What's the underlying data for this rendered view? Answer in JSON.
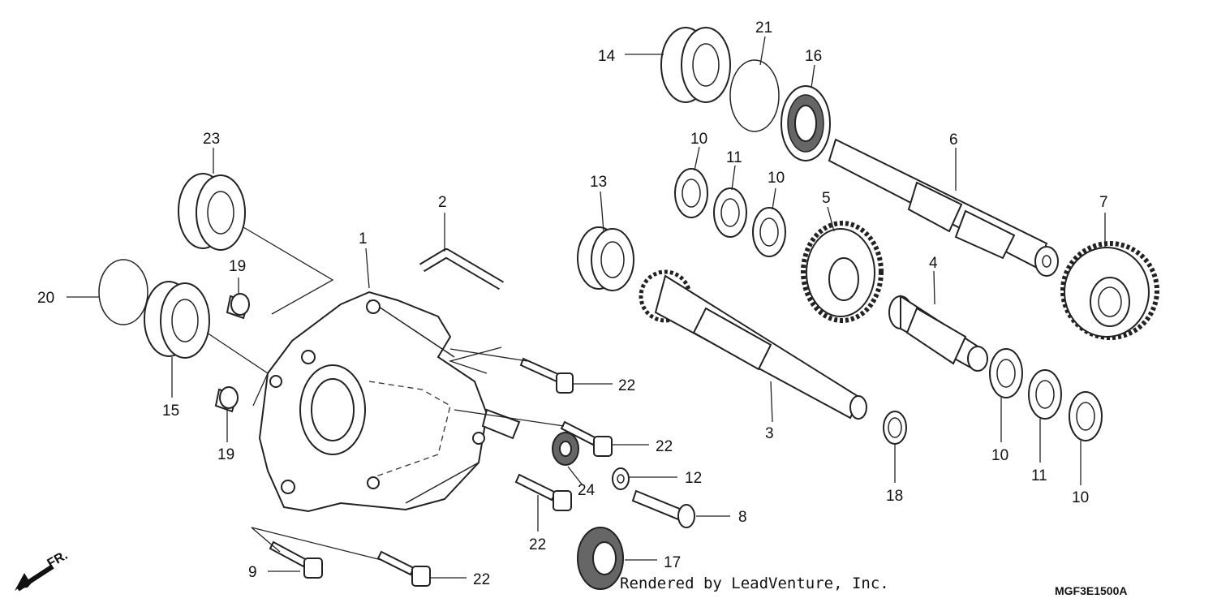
{
  "diagram": {
    "labels": [
      {
        "id": "p1",
        "text": "1"
      },
      {
        "id": "p2",
        "text": "2"
      },
      {
        "id": "p3",
        "text": "3"
      },
      {
        "id": "p4",
        "text": "4"
      },
      {
        "id": "p5",
        "text": "5"
      },
      {
        "id": "p6",
        "text": "6"
      },
      {
        "id": "p7",
        "text": "7"
      },
      {
        "id": "p8",
        "text": "8"
      },
      {
        "id": "p9",
        "text": "9"
      },
      {
        "id": "p10a",
        "text": "10"
      },
      {
        "id": "p10b",
        "text": "10"
      },
      {
        "id": "p10c",
        "text": "10"
      },
      {
        "id": "p10d",
        "text": "10"
      },
      {
        "id": "p11a",
        "text": "11"
      },
      {
        "id": "p11b",
        "text": "11"
      },
      {
        "id": "p12",
        "text": "12"
      },
      {
        "id": "p13",
        "text": "13"
      },
      {
        "id": "p14",
        "text": "14"
      },
      {
        "id": "p15",
        "text": "15"
      },
      {
        "id": "p16",
        "text": "16"
      },
      {
        "id": "p17",
        "text": "17"
      },
      {
        "id": "p18",
        "text": "18"
      },
      {
        "id": "p19a",
        "text": "19"
      },
      {
        "id": "p19b",
        "text": "19"
      },
      {
        "id": "p20",
        "text": "20"
      },
      {
        "id": "p21",
        "text": "21"
      },
      {
        "id": "p22a",
        "text": "22"
      },
      {
        "id": "p22b",
        "text": "22"
      },
      {
        "id": "p22c",
        "text": "22"
      },
      {
        "id": "p22d",
        "text": "22"
      },
      {
        "id": "p23",
        "text": "23"
      },
      {
        "id": "p24",
        "text": "24"
      }
    ],
    "direction_label": "FR.",
    "credit": "Rendered by LeadVenture, Inc.",
    "diagram_code": "MGF3E1500A"
  }
}
